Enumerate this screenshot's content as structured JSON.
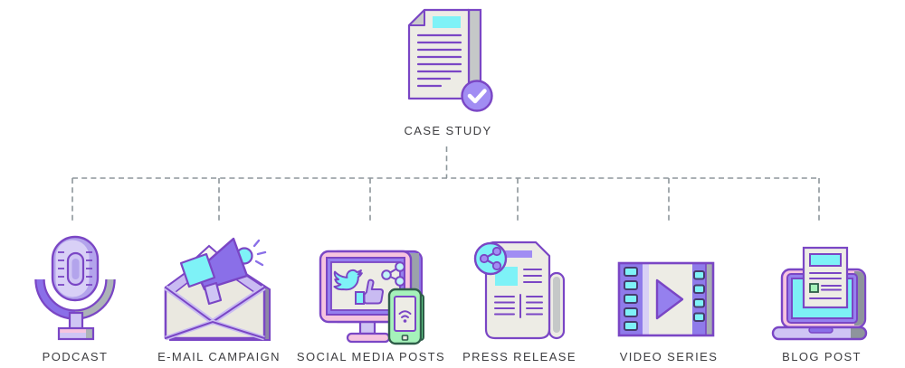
{
  "diagram": {
    "root": {
      "label": "CASE STUDY",
      "icon": "case-study-document-check-icon"
    },
    "children": [
      {
        "label": "PODCAST",
        "icon": "podcast-microphone-icon"
      },
      {
        "label": "E-MAIL CAMPAIGN",
        "icon": "email-envelope-megaphone-icon"
      },
      {
        "label": "SOCIAL MEDIA POSTS",
        "icon": "social-monitor-phone-icon"
      },
      {
        "label": "PRESS RELEASE",
        "icon": "press-newspaper-share-icon"
      },
      {
        "label": "VIDEO SERIES",
        "icon": "video-film-strip-icon"
      },
      {
        "label": "BLOG POST",
        "icon": "blog-laptop-document-icon"
      }
    ],
    "connector": {
      "style": "dashed",
      "color": "#8D969B"
    }
  },
  "palette": {
    "outline_purple": "#7A46C5",
    "purple_mid": "#8F7BEA",
    "purple_bezel": "#9580EE",
    "lavender": "#C9BBF2",
    "lavender_light": "#D8D0F6",
    "badge_purple": "#A18DF3",
    "cyan": "#7EF2F7",
    "pink": "#F6C4DF",
    "green_light": "#A5F2BA",
    "green_dark": "#2F5D49",
    "paper": "#EDECE5",
    "gray_side": "#C5C8C8",
    "gray_dark": "#8E949C",
    "shadow_gray_purple": "#8D87A6",
    "connector_gray": "#8D969B",
    "label_text": "#3D3D40",
    "background": "#FFFFFF"
  }
}
